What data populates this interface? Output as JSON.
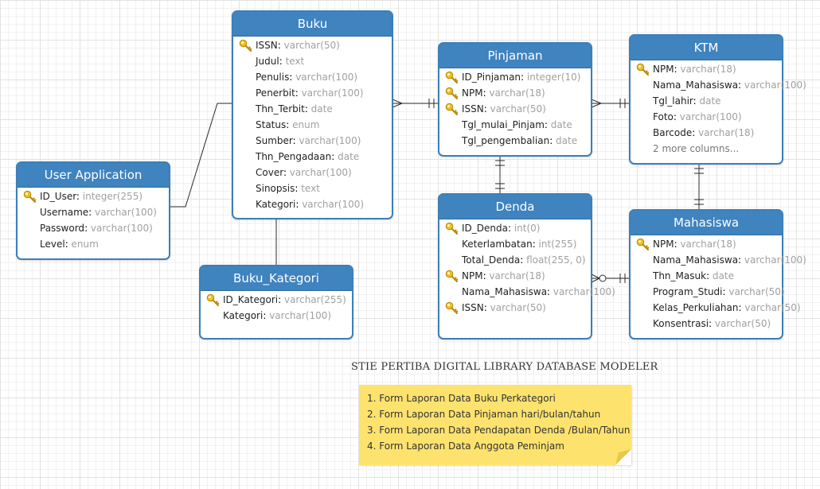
{
  "entities": [
    {
      "id": "buku",
      "title": "Buku",
      "attributes": [
        {
          "name": "ISSN",
          "type": "varchar(50)",
          "key": true
        },
        {
          "name": "Judul",
          "type": "text",
          "key": false
        },
        {
          "name": "Penulis",
          "type": "varchar(100)",
          "key": false
        },
        {
          "name": "Penerbit",
          "type": "varchar(100)",
          "key": false
        },
        {
          "name": "Thn_Terbit",
          "type": "date",
          "key": false
        },
        {
          "name": "Status",
          "type": "enum",
          "key": false
        },
        {
          "name": "Sumber",
          "type": "varchar(100)",
          "key": false
        },
        {
          "name": "Thn_Pengadaan",
          "type": "date",
          "key": false
        },
        {
          "name": "Cover",
          "type": "varchar(100)",
          "key": false
        },
        {
          "name": "Sinopsis",
          "type": "text",
          "key": false
        },
        {
          "name": "Kategori",
          "type": "varchar(100)",
          "key": false
        }
      ]
    },
    {
      "id": "pinjaman",
      "title": "Pinjaman",
      "attributes": [
        {
          "name": "ID_Pinjaman",
          "type": "integer(10)",
          "key": true
        },
        {
          "name": "NPM",
          "type": "varchar(18)",
          "key": true
        },
        {
          "name": "ISSN",
          "type": "varchar(50)",
          "key": true
        },
        {
          "name": "Tgl_mulai_Pinjam",
          "type": "date",
          "key": false
        },
        {
          "name": "Tgl_pengembalian",
          "type": "date",
          "key": false
        }
      ]
    },
    {
      "id": "ktm",
      "title": "KTM",
      "attributes": [
        {
          "name": "NPM",
          "type": "varchar(18)",
          "key": true
        },
        {
          "name": "Nama_Mahasiswa",
          "type": "varchar(100)",
          "key": false
        },
        {
          "name": "Tgl_lahir",
          "type": "date",
          "key": false
        },
        {
          "name": "Foto",
          "type": "varchar(100)",
          "key": false
        },
        {
          "name": "Barcode",
          "type": "varchar(18)",
          "key": false
        }
      ],
      "more": "2 more columns..."
    },
    {
      "id": "user_application",
      "title": "User Application",
      "attributes": [
        {
          "name": "ID_User",
          "type": "integer(255)",
          "key": true
        },
        {
          "name": "Username",
          "type": "varchar(100)",
          "key": false
        },
        {
          "name": "Password",
          "type": "varchar(100)",
          "key": false
        },
        {
          "name": "Level",
          "type": "enum",
          "key": false
        }
      ]
    },
    {
      "id": "denda",
      "title": "Denda",
      "attributes": [
        {
          "name": "ID_Denda",
          "type": "int(0)",
          "key": true
        },
        {
          "name": "Keterlambatan",
          "type": "int(255)",
          "key": false
        },
        {
          "name": "Total_Denda",
          "type": "float(255, 0)",
          "key": false
        },
        {
          "name": "NPM",
          "type": "varchar(18)",
          "key": true
        },
        {
          "name": "Nama_Mahasiswa",
          "type": "varchar(100)",
          "key": false
        },
        {
          "name": "ISSN",
          "type": "varchar(50)",
          "key": true
        }
      ]
    },
    {
      "id": "mahasiswa",
      "title": "Mahasiswa",
      "attributes": [
        {
          "name": "NPM",
          "type": "varchar(18)",
          "key": true
        },
        {
          "name": "Nama_Mahasiswa",
          "type": "varchar(100)",
          "key": false
        },
        {
          "name": "Thn_Masuk",
          "type": "date",
          "key": false
        },
        {
          "name": "Program_Studi",
          "type": "varchar(50)",
          "key": false
        },
        {
          "name": "Kelas_Perkuliahan",
          "type": "varchar(50)",
          "key": false
        },
        {
          "name": "Konsentrasi",
          "type": "varchar(50)",
          "key": false
        }
      ]
    },
    {
      "id": "buku_kategori",
      "title": "Buku_Kategori",
      "attributes": [
        {
          "name": "ID_Kategori",
          "type": "varchar(255)",
          "key": true
        },
        {
          "name": "Kategori",
          "type": "varchar(100)",
          "key": false
        }
      ]
    }
  ],
  "diagram_title": "STIE PERTIBA DIGITAL LIBRARY DATABASE MODELER",
  "note": {
    "items": [
      "1. Form Laporan Data Buku Perkategori",
      "2. Form Laporan Data Pinjaman hari/bulan/tahun",
      "3. Form Laporan Data Pendapatan Denda /Bulan/Tahun",
      "4. Form Laporan Data Anggota Peminjam"
    ]
  },
  "colors": {
    "header": "#3f83bf",
    "border": "#3d7fb8",
    "note": "#fde36e",
    "type_text": "#a0a0a0"
  }
}
